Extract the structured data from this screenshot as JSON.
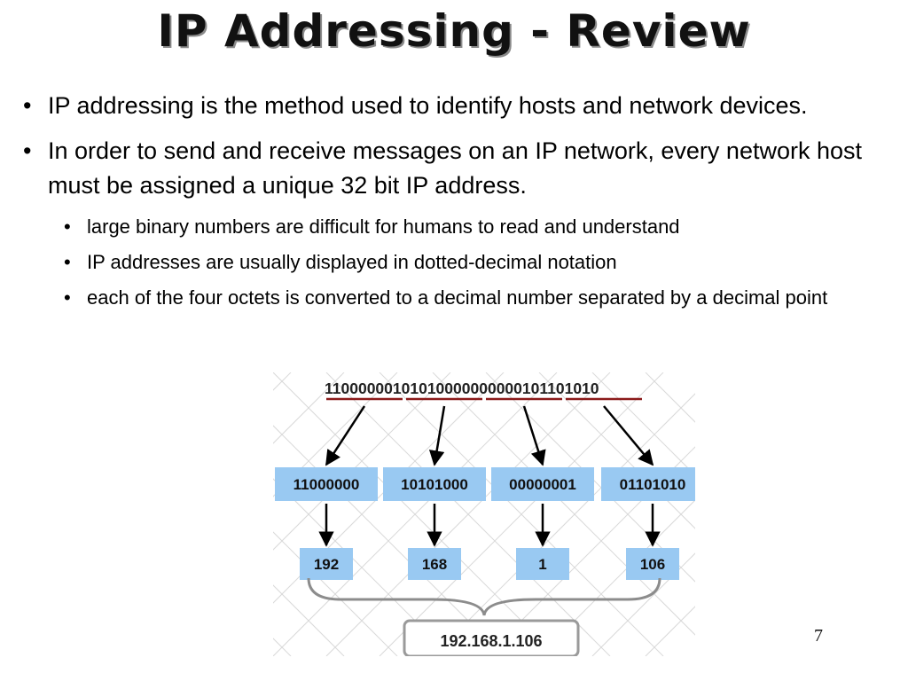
{
  "title": "IP Addressing - Review",
  "bullets": [
    {
      "text": "IP addressing is the method used to identify hosts and network devices."
    },
    {
      "text": "In order to send and receive messages on an IP network, every network host must be assigned a unique 32 bit IP address."
    }
  ],
  "sub_bullets": [
    {
      "text": "large binary numbers are difficult for humans to read and understand"
    },
    {
      "text": "IP addresses are usually displayed in dotted-decimal notation"
    },
    {
      "text": "each of the four octets is converted to a decimal number separated by a decimal point"
    }
  ],
  "diagram": {
    "binary_string": "11000000101010000000000101101010",
    "octets": [
      "11000000",
      "10101000",
      "00000001",
      "01101010"
    ],
    "decimals": [
      "192",
      "168",
      "1",
      "106"
    ],
    "dotted": "192.168.1.106",
    "colors": {
      "box_fill": "#99c9f2",
      "underline": "#8b1a1a",
      "lattice": "#d9d9d9",
      "arrow": "#000000",
      "brace": "#8c8c8c"
    }
  },
  "page_number": "7"
}
